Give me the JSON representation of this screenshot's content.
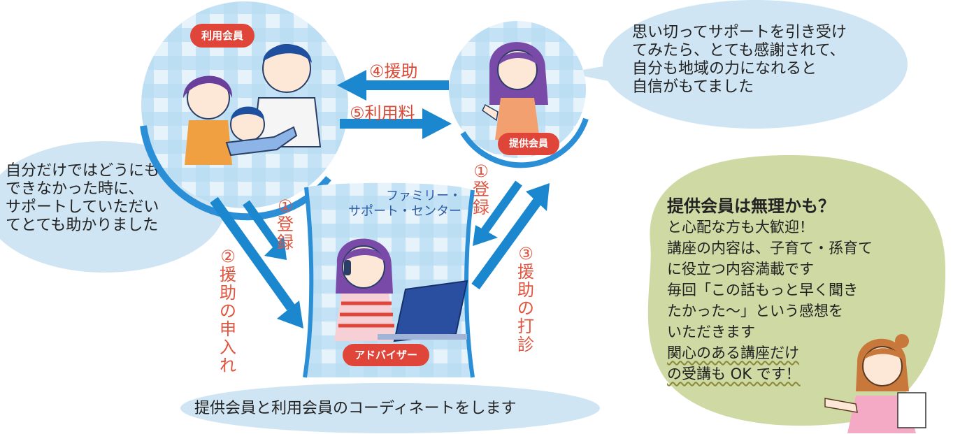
{
  "members": {
    "user_pill": "利用会員",
    "provider_pill": "提供会員",
    "adviser_pill": "アドバイザー"
  },
  "center": {
    "line1": "ファミリー・",
    "line2": "サポート・センター"
  },
  "arrows": {
    "support": "④援助",
    "fee": "⑤利用料",
    "register_left": [
      "①",
      "登",
      "録"
    ],
    "register_right": [
      "①",
      "登",
      "録"
    ],
    "request": [
      "②",
      "援",
      "助",
      "の",
      "申",
      "入",
      "れ"
    ],
    "consult": [
      "③",
      "援",
      "助",
      "の",
      "打",
      "診"
    ]
  },
  "bubbles": {
    "provider_voice": [
      "思い切ってサポートを引き受け",
      "てみたら、とても感謝されて、",
      "自分も地域の力になれると",
      "自信がもてました"
    ],
    "user_voice": [
      "自分だけではどうにも",
      "できなかった時に、",
      "サポートしていただい",
      "てとても助かりました"
    ],
    "coordinate": "提供会員と利用会員のコーディネートをします"
  },
  "info": {
    "title": "提供会員は無理かも？",
    "lines": [
      "と心配な方も大歓迎！",
      "講座の内容は、子育て・孫育て",
      "に役立つ内容満載です",
      "毎回「この話もっと早く聞き",
      "たかった～」という感想を",
      "いただきます"
    ],
    "underlined": [
      "関心のある講座だけ",
      "の受講も OK です！"
    ]
  },
  "colors": {
    "check_light": "#c8e4f6",
    "check_dark": "#8fc6ec",
    "arrow_blue": "#1b87cf",
    "ring_blue": "#2a8fd6",
    "pill_red": "#e0453a",
    "bubble_blue": "#cfe5f3",
    "bubble_green": "#cfd9a3"
  }
}
